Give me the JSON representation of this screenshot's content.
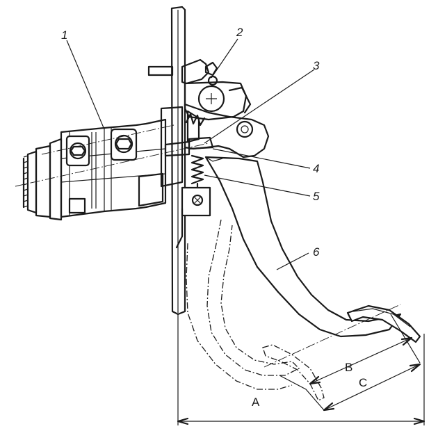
{
  "callouts": {
    "c1": "1",
    "c2": "2",
    "c3": "3",
    "c4": "4",
    "c5": "5",
    "c6": "6"
  },
  "dimensions": {
    "a": "A",
    "b": "B",
    "c": "C"
  },
  "colors": {
    "ink": "#1a1a1a",
    "background": "#ffffff"
  }
}
